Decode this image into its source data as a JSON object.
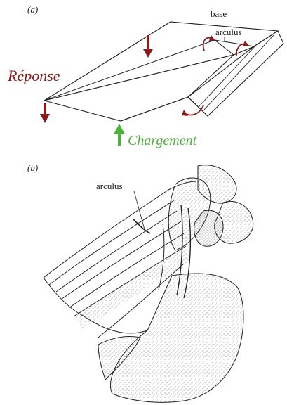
{
  "panel_a": {
    "label": "(a)",
    "base_label": "base",
    "arculus_label": "arculus",
    "response_label": "Réponse",
    "loading_label": "Chargement"
  },
  "panel_b": {
    "label": "(b)",
    "arculus_label": "arculus"
  },
  "colors": {
    "response": "#8b1a1a",
    "loading": "#4caf3c",
    "ink": "#222222"
  }
}
